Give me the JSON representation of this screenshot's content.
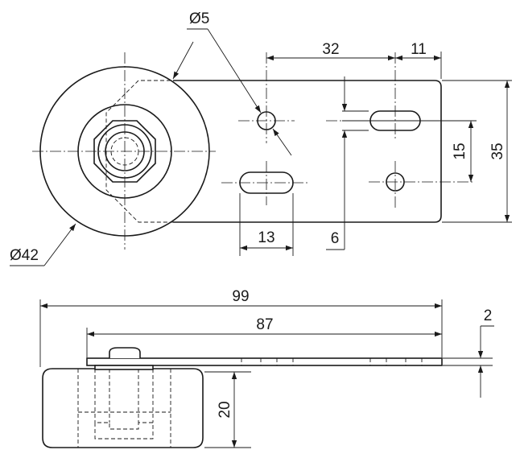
{
  "dimensions": {
    "hole_dia": "Ø5",
    "wheel_dia": "Ø42",
    "hole_spacing": "32",
    "slot_offset": "11",
    "plate_height": "35",
    "slot_vertical": "15",
    "slot_length": "13",
    "slot_width": "6",
    "overall_length": "99",
    "plate_length": "87",
    "plate_thickness": "2",
    "wheel_width": "20"
  },
  "colors": {
    "line": "#1a1a1a",
    "background": "#ffffff"
  }
}
